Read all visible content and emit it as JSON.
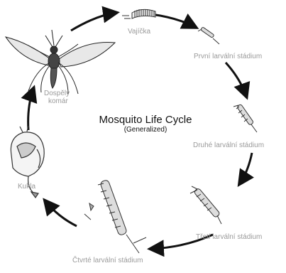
{
  "title": "Mosquito Life Cycle",
  "subtitle": "(Generalized)",
  "stages": {
    "eggs": "Vajíčka",
    "larva1": "První larvální stádium",
    "larva2": "Druhé larvální stádium",
    "larva3": "Třetí larvální stádium",
    "larva4": "Čtvrté larvální stádium",
    "pupa": "Kukla",
    "adult_line1": "Dospělý",
    "adult_line2": "komár"
  },
  "colors": {
    "label": "#9a9a9a",
    "arrow": "#111111",
    "title": "#111111"
  },
  "icons": [
    "egg-raft-icon",
    "larva-icon",
    "pupa-icon",
    "adult-mosquito-icon"
  ]
}
